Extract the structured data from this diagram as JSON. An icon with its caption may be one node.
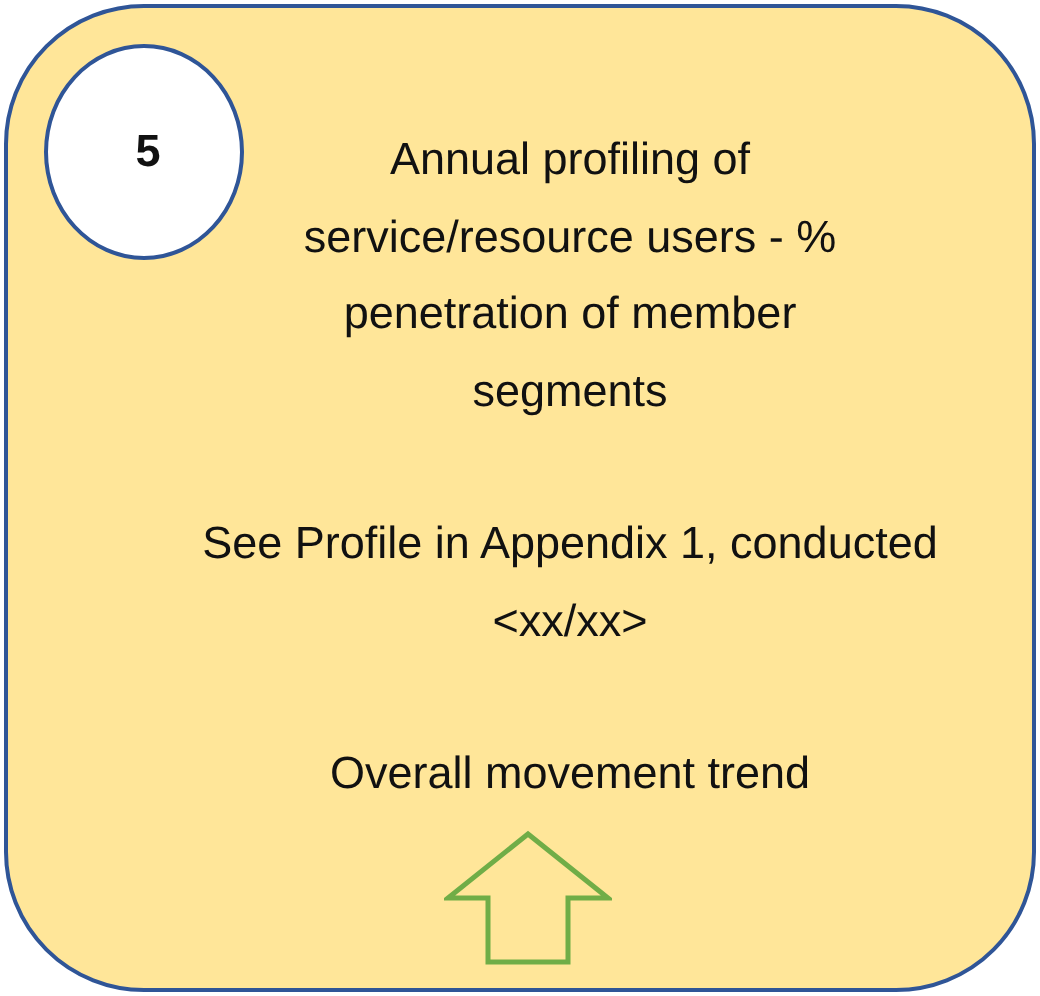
{
  "diagram": {
    "nodes": [
      {
        "text": [
          "Annual profiling of service/resource users - % penetration of member segments",
          "See Profile in Appendix 1, conducted <xx/xx>",
          "Overall movement trend"
        ]
      },
      {
        "text": [
          "5"
        ],
        "in": 0
      }
    ]
  }
}
